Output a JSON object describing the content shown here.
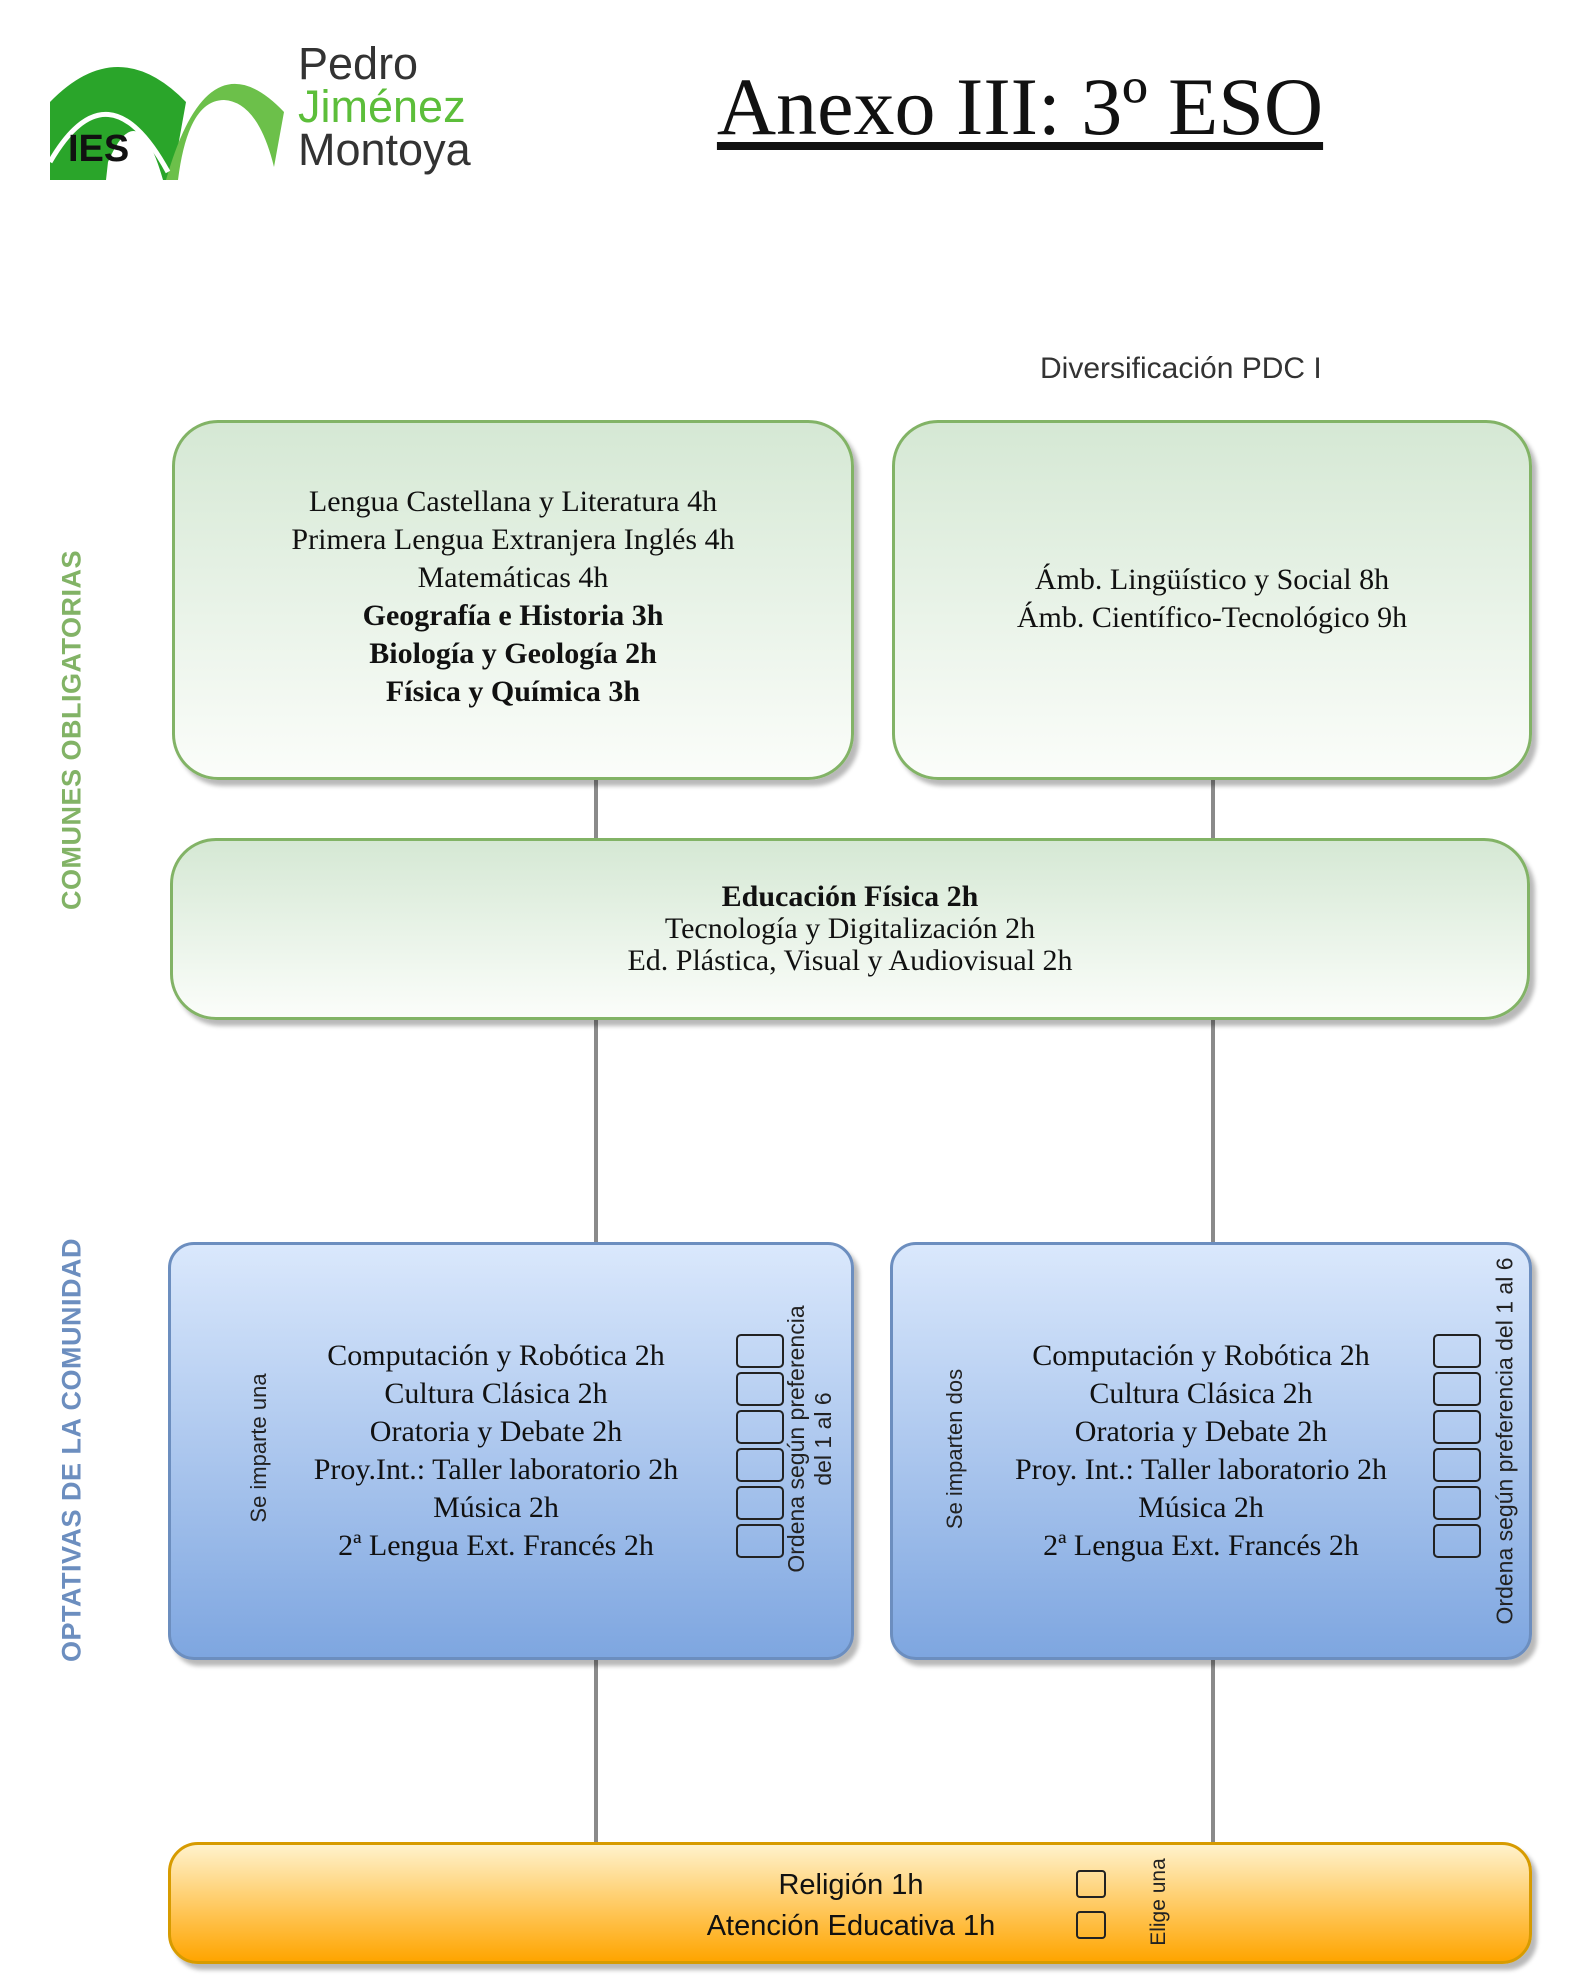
{
  "logo": {
    "initials": "IES",
    "line1": "Pedro",
    "line2": "Jiménez",
    "line3": "Montoya",
    "colors": {
      "dark_green": "#2aa52a",
      "light_green": "#6cc04a"
    }
  },
  "title": "Anexo III: 3º ESO",
  "diversificacion_label": "Diversificación PDC I",
  "side_labels": {
    "comunes": "COMUNES OBLIGATORIAS",
    "optativas": "OPTATIVAS DE LA COMUNIDAD"
  },
  "comunes_left": [
    {
      "text": "Lengua Castellana y Literatura 4h",
      "bold": false
    },
    {
      "text": "Primera Lengua Extranjera Inglés 4h",
      "bold": false
    },
    {
      "text": "Matemáticas 4h",
      "bold": false
    },
    {
      "text": "Geografía e Historia 3h",
      "bold": true
    },
    {
      "text": "Biología y Geología 2h",
      "bold": true
    },
    {
      "text": "Física y Química 3h",
      "bold": true
    }
  ],
  "comunes_right": [
    "Ámb. Lingüístico y Social 8h",
    "Ámb. Científico-Tecnológico 9h"
  ],
  "comunes_shared": [
    {
      "text": "Educación Física 2h",
      "bold": true
    },
    {
      "text": "Tecnología y Digitalización 2h",
      "bold": false
    },
    {
      "text": "Ed. Plástica, Visual y Audiovisual 2h",
      "bold": false
    }
  ],
  "optativas_left": {
    "note": "Se imparte una",
    "order_note_line1": "Ordena según preferencia",
    "order_note_line2": "del 1 al 6",
    "items": [
      "Computación y Robótica 2h",
      "Cultura Clásica 2h",
      "Oratoria y Debate 2h",
      "Proy.Int.: Taller laboratorio 2h",
      "Música 2h",
      "2ª Lengua Ext. Francés 2h"
    ]
  },
  "optativas_right": {
    "note": "Se imparten dos",
    "order_note": "Ordena según preferencia del 1 al 6",
    "items": [
      "Computación y Robótica 2h",
      "Cultura Clásica 2h",
      "Oratoria y Debate 2h",
      "Proy. Int.: Taller laboratorio 2h",
      "Música 2h",
      "2ª Lengua Ext. Francés 2h"
    ]
  },
  "religion": {
    "items": [
      "Religión 1h",
      "Atención Educativa 1h"
    ],
    "note": "Elige una"
  }
}
